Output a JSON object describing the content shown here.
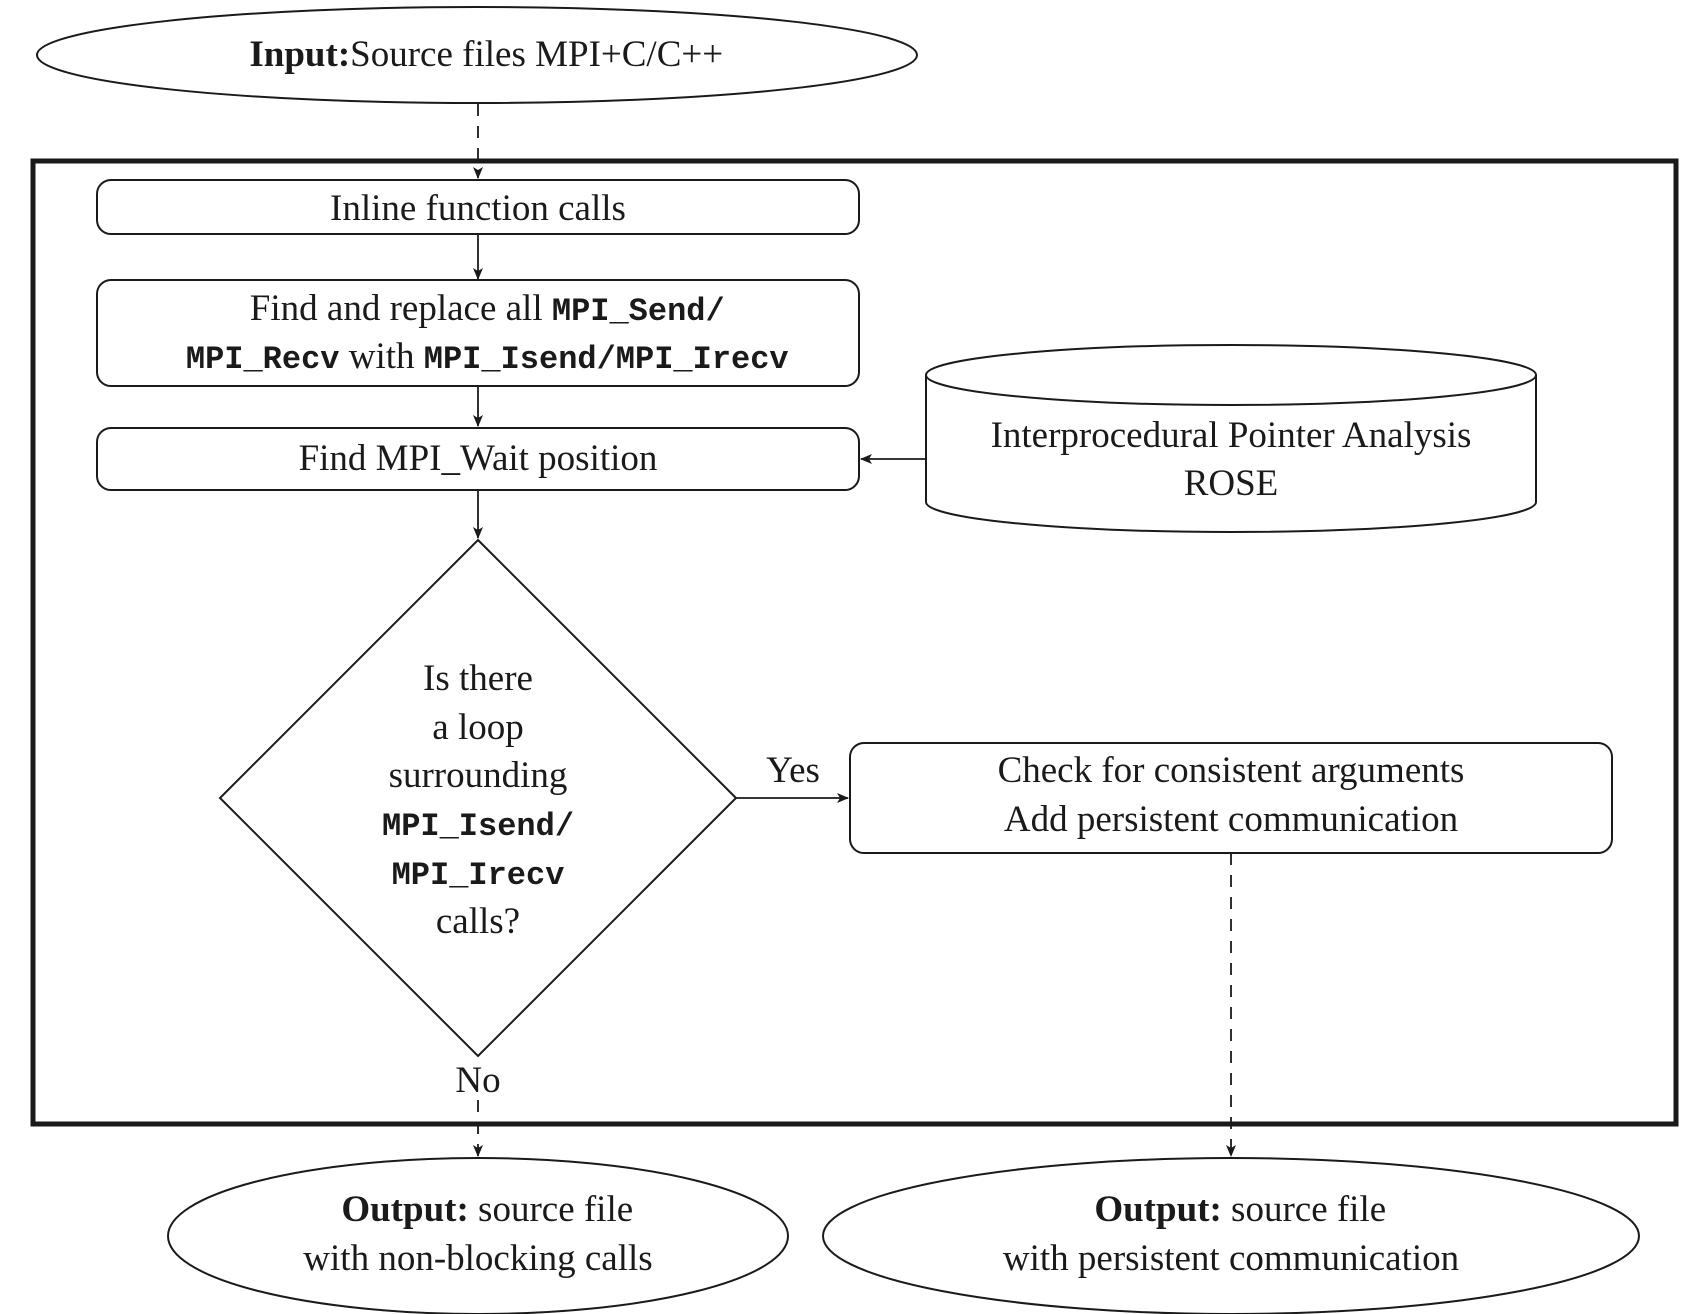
{
  "input_node": {
    "bold": "Input:",
    "text": "Source files MPI+C/C++"
  },
  "step_inline": "Inline function calls",
  "step_replace": {
    "line1_text": "Find and replace all ",
    "line1_code": "MPI_Send/",
    "line2_code1": "MPI_Recv",
    "line2_text": " with ",
    "line2_code2": "MPI_Isend/MPI_Irecv"
  },
  "step_wait": "Find MPI_Wait position",
  "database": {
    "line1": "Interprocedural Pointer Analysis",
    "line2": "ROSE"
  },
  "decision": {
    "line1": "Is there",
    "line2": "a loop",
    "line3": "surrounding",
    "line4": "MPI_Isend/",
    "line5": "MPI_Irecv",
    "line6": "calls?"
  },
  "edge_yes": "Yes",
  "edge_no": "No",
  "step_persistent": {
    "line1": "Check for consistent arguments",
    "line2": "Add persistent communication"
  },
  "output_nonblocking": {
    "bold": "Output:",
    "text": " source file",
    "line2": "with non-blocking calls"
  },
  "output_persistent": {
    "bold": "Output:",
    "text": " source file",
    "line2": "with persistent communication"
  }
}
